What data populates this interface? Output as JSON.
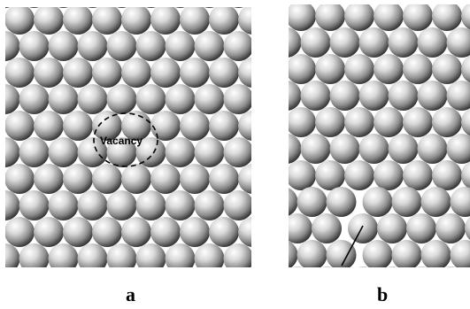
{
  "panels": [
    {
      "id": "a",
      "label": "a",
      "annotation": "Vacancy"
    },
    {
      "id": "b",
      "label": "b"
    }
  ],
  "colors": {
    "atom_light": "#ffffff",
    "atom_mid": "#bdbdbd",
    "atom_dark": "#2b2b2b",
    "outline": "#000000"
  }
}
